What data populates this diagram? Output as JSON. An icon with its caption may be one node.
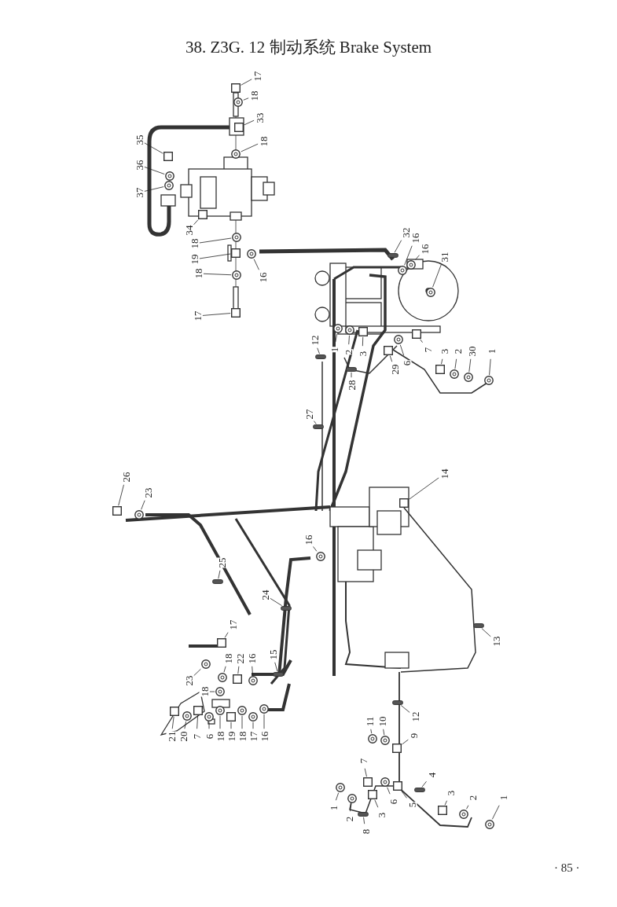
{
  "diagram": {
    "title": "38. Z3G. 12 制动系统 Brake System",
    "nodes": [
      {
        "text": [
          "17"
        ]
      },
      {
        "text": [
          "18"
        ]
      },
      {
        "text": [
          "33"
        ]
      },
      {
        "text": [
          "18"
        ]
      },
      {
        "text": [
          "35"
        ]
      },
      {
        "text": [
          "36"
        ]
      },
      {
        "text": [
          "37"
        ]
      },
      {
        "text": [
          "34"
        ]
      },
      {
        "text": [
          "18"
        ]
      },
      {
        "text": [
          "19"
        ]
      },
      {
        "text": [
          "18"
        ]
      },
      {
        "text": [
          "16"
        ]
      },
      {
        "text": [
          "17"
        ]
      },
      {
        "text": [
          "32"
        ]
      },
      {
        "text": [
          "16"
        ]
      },
      {
        "text": [
          "16"
        ]
      },
      {
        "text": [
          "31"
        ]
      },
      {
        "text": [
          "12"
        ]
      },
      {
        "text": [
          "1"
        ]
      },
      {
        "text": [
          "2"
        ]
      },
      {
        "text": [
          "3"
        ]
      },
      {
        "text": [
          "28"
        ]
      },
      {
        "text": [
          "29"
        ]
      },
      {
        "text": [
          "6"
        ]
      },
      {
        "text": [
          "7"
        ]
      },
      {
        "text": [
          "3"
        ]
      },
      {
        "text": [
          "2"
        ]
      },
      {
        "text": [
          "30"
        ]
      },
      {
        "text": [
          "1"
        ]
      },
      {
        "text": [
          "27"
        ]
      },
      {
        "text": [
          "26"
        ]
      },
      {
        "text": [
          "23"
        ]
      },
      {
        "text": [
          "14"
        ]
      },
      {
        "text": [
          "16"
        ]
      },
      {
        "text": [
          "25"
        ]
      },
      {
        "text": [
          "24"
        ]
      },
      {
        "text": [
          "13"
        ]
      },
      {
        "text": [
          "17"
        ]
      },
      {
        "text": [
          "18"
        ]
      },
      {
        "text": [
          "22"
        ]
      },
      {
        "text": [
          "16"
        ]
      },
      {
        "text": [
          "15"
        ]
      },
      {
        "text": [
          "23"
        ]
      },
      {
        "text": [
          "18"
        ]
      },
      {
        "text": [
          "21"
        ]
      },
      {
        "text": [
          "20"
        ]
      },
      {
        "text": [
          "7"
        ]
      },
      {
        "text": [
          "6"
        ]
      },
      {
        "text": [
          "18"
        ]
      },
      {
        "text": [
          "19"
        ]
      },
      {
        "text": [
          "18"
        ]
      },
      {
        "text": [
          "17"
        ]
      },
      {
        "text": [
          "16"
        ]
      },
      {
        "text": [
          "12"
        ]
      },
      {
        "text": [
          "11"
        ]
      },
      {
        "text": [
          "10"
        ]
      },
      {
        "text": [
          "9"
        ]
      },
      {
        "text": [
          "7"
        ]
      },
      {
        "text": [
          "6"
        ]
      },
      {
        "text": [
          "5"
        ]
      },
      {
        "text": [
          "4"
        ]
      },
      {
        "text": [
          "3"
        ]
      },
      {
        "text": [
          "2"
        ]
      },
      {
        "text": [
          "1"
        ]
      },
      {
        "text": [
          "1"
        ]
      },
      {
        "text": [
          "2"
        ]
      },
      {
        "text": [
          "3"
        ]
      },
      {
        "text": [
          "8"
        ]
      },
      {
        "text": [],
        "shape": "box"
      },
      {
        "text": [],
        "shape": "circle"
      },
      {
        "text": [],
        "shape": "box"
      },
      {
        "text": [],
        "shape": "circle"
      },
      {
        "text": [],
        "shape": "box"
      },
      {
        "text": [],
        "shape": "circle"
      },
      {
        "text": [],
        "shape": "circle"
      },
      {
        "text": [],
        "shape": "box"
      },
      {
        "text": [],
        "shape": "circle"
      },
      {
        "text": [],
        "shape": "box"
      },
      {
        "text": [],
        "shape": "circle"
      },
      {
        "text": [],
        "shape": "circle"
      },
      {
        "text": [],
        "shape": "box"
      },
      {
        "text": [],
        "shape": "bar"
      },
      {
        "text": [],
        "shape": "circle"
      },
      {
        "text": [],
        "shape": "circle"
      },
      {
        "text": [],
        "shape": "circle"
      },
      {
        "text": [],
        "shape": "bar"
      },
      {
        "text": [],
        "shape": "circle"
      },
      {
        "text": [],
        "shape": "circle"
      },
      {
        "text": [],
        "shape": "box"
      },
      {
        "text": [],
        "shape": "bar"
      },
      {
        "text": [],
        "shape": "box"
      },
      {
        "text": [],
        "shape": "circle"
      },
      {
        "text": [],
        "shape": "box"
      },
      {
        "text": [],
        "shape": "box"
      },
      {
        "text": [],
        "shape": "circle"
      },
      {
        "text": [],
        "shape": "circle"
      },
      {
        "text": [],
        "shape": "circle"
      },
      {
        "text": [],
        "shape": "bar"
      },
      {
        "text": [],
        "shape": "box"
      },
      {
        "text": [],
        "shape": "circle"
      },
      {
        "text": [],
        "shape": "box"
      },
      {
        "text": [],
        "shape": "circle"
      },
      {
        "text": [],
        "shape": "bar"
      },
      {
        "text": [],
        "shape": "bar"
      },
      {
        "text": [],
        "shape": "bar"
      },
      {
        "text": [],
        "shape": "box"
      },
      {
        "text": [],
        "shape": "circle"
      },
      {
        "text": [],
        "shape": "box"
      },
      {
        "text": [],
        "shape": "circle"
      },
      {
        "text": [],
        "shape": "bar"
      },
      {
        "text": [],
        "shape": "circle"
      },
      {
        "text": [],
        "shape": "circle"
      },
      {
        "text": [],
        "shape": "box"
      },
      {
        "text": [],
        "shape": "circle"
      },
      {
        "text": [],
        "shape": "box"
      },
      {
        "text": [],
        "shape": "circle"
      },
      {
        "text": [],
        "shape": "circle"
      },
      {
        "text": [],
        "shape": "box"
      },
      {
        "text": [],
        "shape": "circle"
      },
      {
        "text": [],
        "shape": "circle"
      },
      {
        "text": [],
        "shape": "circle"
      },
      {
        "text": [],
        "shape": "bar"
      },
      {
        "text": [],
        "shape": "circle"
      },
      {
        "text": [],
        "shape": "circle"
      },
      {
        "text": [],
        "shape": "box"
      },
      {
        "text": [],
        "shape": "box"
      },
      {
        "text": [],
        "shape": "circle"
      },
      {
        "text": [],
        "shape": "box"
      },
      {
        "text": [],
        "shape": "bar"
      },
      {
        "text": [],
        "shape": "box"
      },
      {
        "text": [],
        "shape": "circle"
      },
      {
        "text": [],
        "shape": "circle"
      },
      {
        "text": [],
        "shape": "circle"
      },
      {
        "text": [],
        "shape": "circle"
      },
      {
        "text": [],
        "shape": "box"
      },
      {
        "text": [],
        "shape": "bar"
      }
    ],
    "edges": [
      {
        "from": 0,
        "to": 68,
        "arrow": "none"
      },
      {
        "from": 1,
        "to": 69,
        "arrow": "none"
      },
      {
        "from": 2,
        "to": 70,
        "arrow": "none"
      },
      {
        "from": 3,
        "to": 71,
        "arrow": "none"
      },
      {
        "from": 4,
        "to": 72,
        "arrow": "none"
      },
      {
        "from": 5,
        "to": 73,
        "arrow": "none"
      },
      {
        "from": 6,
        "to": 74,
        "arrow": "none"
      },
      {
        "from": 7,
        "to": 75,
        "arrow": "none"
      },
      {
        "from": 8,
        "to": 76,
        "arrow": "none"
      },
      {
        "from": 9,
        "to": 77,
        "arrow": "none"
      },
      {
        "from": 10,
        "to": 78,
        "arrow": "none"
      },
      {
        "from": 11,
        "to": 79,
        "arrow": "none"
      },
      {
        "from": 12,
        "to": 80,
        "arrow": "none"
      },
      {
        "from": 13,
        "to": 81,
        "arrow": "none"
      },
      {
        "from": 14,
        "to": 82,
        "arrow": "none"
      },
      {
        "from": 15,
        "to": 83,
        "arrow": "none"
      },
      {
        "from": 16,
        "to": 84,
        "arrow": "none"
      },
      {
        "from": 17,
        "to": 85,
        "arrow": "none"
      },
      {
        "from": 18,
        "to": 86,
        "arrow": "none"
      },
      {
        "from": 19,
        "to": 87,
        "arrow": "none"
      },
      {
        "from": 20,
        "to": 88,
        "arrow": "none"
      },
      {
        "from": 21,
        "to": 89,
        "arrow": "none"
      },
      {
        "from": 22,
        "to": 90,
        "arrow": "none"
      },
      {
        "from": 23,
        "to": 91,
        "arrow": "none"
      },
      {
        "from": 24,
        "to": 92,
        "arrow": "none"
      },
      {
        "from": 25,
        "to": 93,
        "arrow": "none"
      },
      {
        "from": 26,
        "to": 94,
        "arrow": "none"
      },
      {
        "from": 27,
        "to": 95,
        "arrow": "none"
      },
      {
        "from": 28,
        "to": 96,
        "arrow": "none"
      },
      {
        "from": 29,
        "to": 97,
        "arrow": "none"
      },
      {
        "from": 30,
        "to": 98,
        "arrow": "none"
      },
      {
        "from": 31,
        "to": 99,
        "arrow": "none"
      },
      {
        "from": 32,
        "to": 100,
        "arrow": "none"
      },
      {
        "from": 33,
        "to": 101,
        "arrow": "none"
      },
      {
        "from": 34,
        "to": 102,
        "arrow": "none"
      },
      {
        "from": 35,
        "to": 103,
        "arrow": "none"
      },
      {
        "from": 36,
        "to": 104,
        "arrow": "none"
      },
      {
        "from": 37,
        "to": 105,
        "arrow": "none"
      },
      {
        "from": 38,
        "to": 106,
        "arrow": "none"
      },
      {
        "from": 39,
        "to": 107,
        "arrow": "none"
      },
      {
        "from": 40,
        "to": 108,
        "arrow": "none"
      },
      {
        "from": 41,
        "to": 109,
        "arrow": "none"
      },
      {
        "from": 42,
        "to": 110,
        "arrow": "none"
      },
      {
        "from": 43,
        "to": 111,
        "arrow": "none"
      },
      {
        "from": 44,
        "to": 112,
        "arrow": "none"
      },
      {
        "from": 45,
        "to": 113,
        "arrow": "none"
      },
      {
        "from": 46,
        "to": 114,
        "arrow": "none"
      },
      {
        "from": 47,
        "to": 115,
        "arrow": "none"
      },
      {
        "from": 48,
        "to": 116,
        "arrow": "none"
      },
      {
        "from": 49,
        "to": 117,
        "arrow": "none"
      },
      {
        "from": 50,
        "to": 118,
        "arrow": "none"
      },
      {
        "from": 51,
        "to": 119,
        "arrow": "none"
      },
      {
        "from": 52,
        "to": 120,
        "arrow": "none"
      },
      {
        "from": 53,
        "to": 121,
        "arrow": "none"
      },
      {
        "from": 54,
        "to": 122,
        "arrow": "none"
      },
      {
        "from": 55,
        "to": 123,
        "arrow": "none"
      },
      {
        "from": 56,
        "to": 124,
        "arrow": "none"
      },
      {
        "from": 57,
        "to": 125,
        "arrow": "none"
      },
      {
        "from": 58,
        "to": 126,
        "arrow": "none"
      },
      {
        "from": 59,
        "to": 127,
        "arrow": "none"
      },
      {
        "from": 60,
        "to": 128,
        "arrow": "none"
      },
      {
        "from": 61,
        "to": 129,
        "arrow": "none"
      },
      {
        "from": 62,
        "to": 130,
        "arrow": "none"
      },
      {
        "from": 63,
        "to": 131,
        "arrow": "none"
      },
      {
        "from": 64,
        "to": 132,
        "arrow": "none"
      },
      {
        "from": 65,
        "to": 133,
        "arrow": "none"
      },
      {
        "from": 66,
        "to": 134,
        "arrow": "none"
      },
      {
        "from": 67,
        "to": 135,
        "arrow": "none"
      }
    ],
    "labels": [
      "· 85 ·"
    ]
  }
}
